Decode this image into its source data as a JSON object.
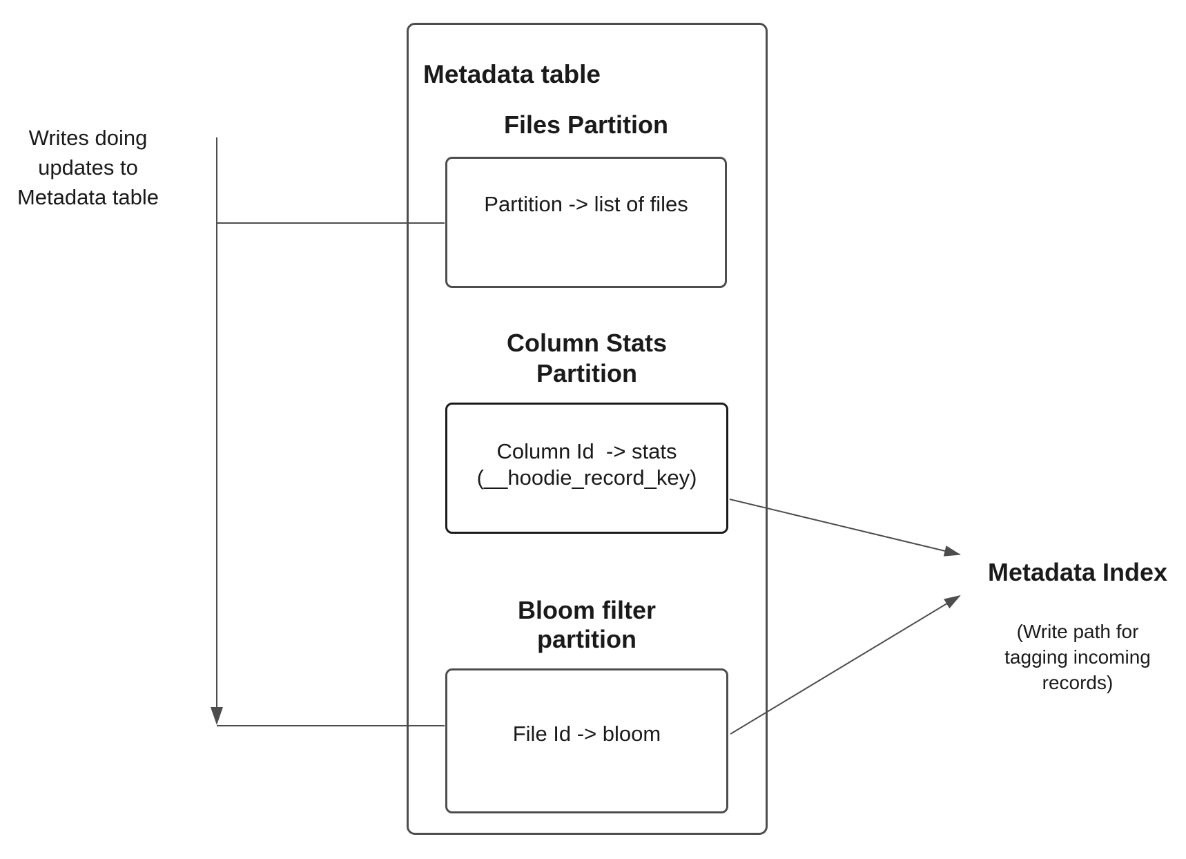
{
  "colors": {
    "background": "#ffffff",
    "box_border": "#4d4d4d",
    "box_border_dark": "#1a1a1a",
    "text": "#1a1a1a",
    "arrow": "#4d4d4d"
  },
  "outer_box": {
    "title": "Metadata table"
  },
  "partitions": [
    {
      "heading": "Files Partition",
      "body": "Partition -> list of files"
    },
    {
      "heading_lines": [
        "Column Stats",
        "Partition"
      ],
      "body_lines": [
        "Column Id  -> stats",
        "(__hoodie_record_key)"
      ]
    },
    {
      "heading_lines": [
        "Bloom filter",
        "partition"
      ],
      "body": "File Id -> bloom"
    }
  ],
  "left_label": {
    "lines": [
      "Writes doing",
      "updates to",
      "Metadata table"
    ]
  },
  "index_label": {
    "title": "Metadata Index",
    "note_lines": [
      "(Write path for",
      "tagging incoming",
      "records)"
    ]
  },
  "arrows": [
    {
      "name": "writes-to-partitions",
      "from": "Writes doing updates to Metadata table",
      "to": "Files Partition / Bloom filter partition",
      "style": "orthogonal, down arrowhead"
    },
    {
      "name": "column-stats-to-index",
      "from": "Column Stats Partition",
      "to": "Metadata Index",
      "style": "straight"
    },
    {
      "name": "bloom-to-index",
      "from": "Bloom filter partition",
      "to": "Metadata Index",
      "style": "straight"
    }
  ]
}
